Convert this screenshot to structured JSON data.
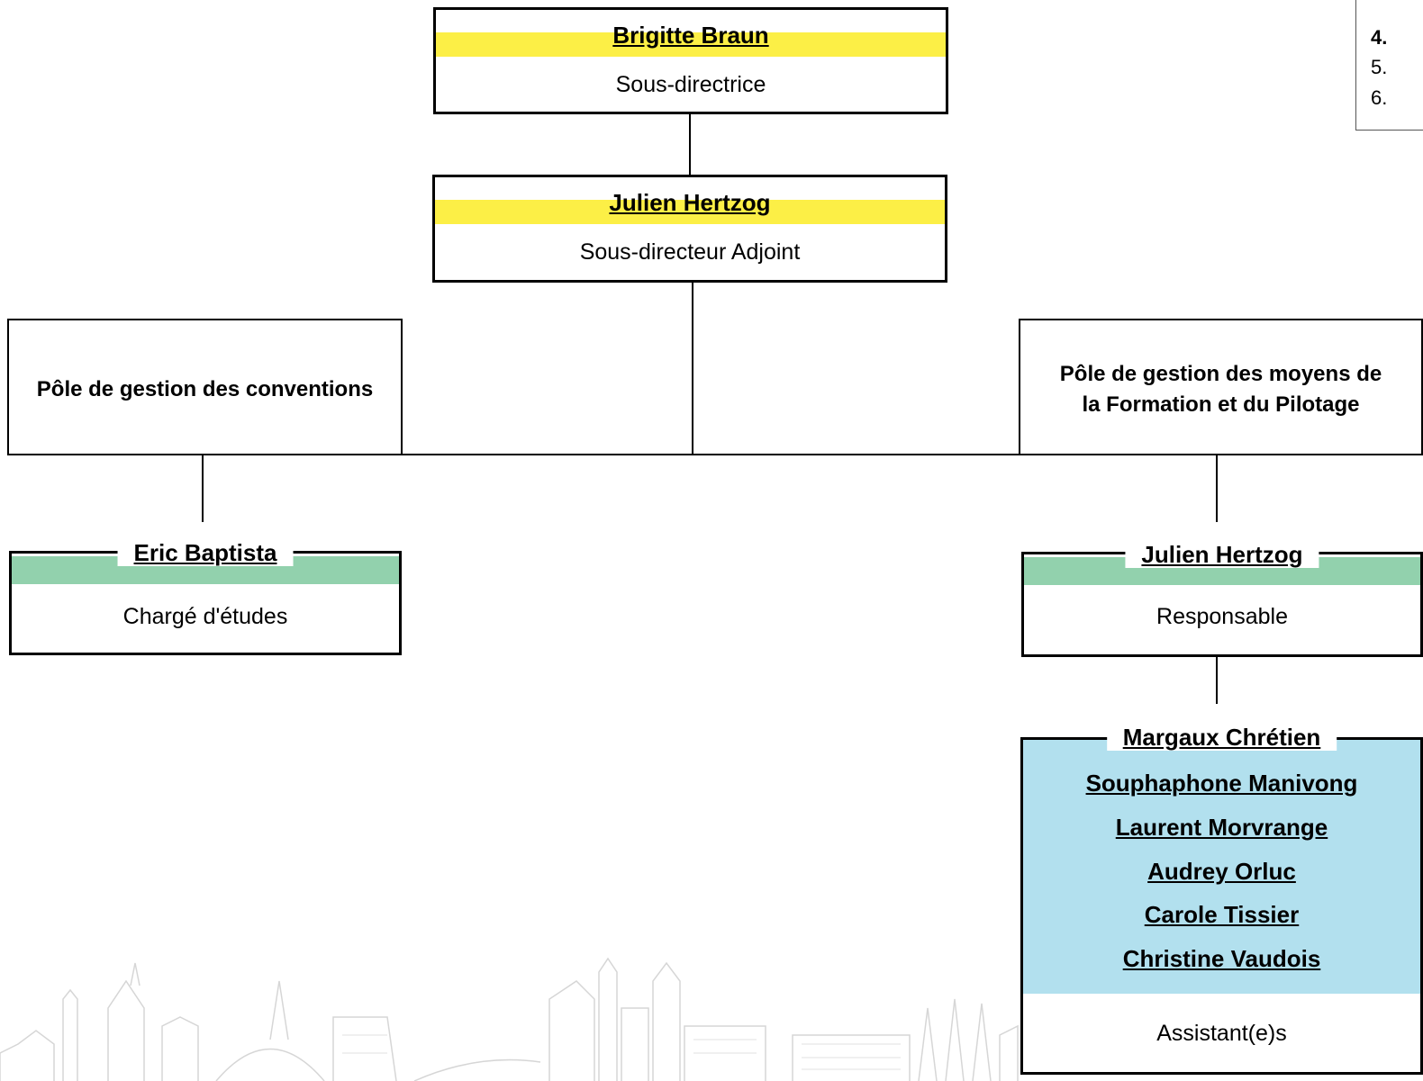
{
  "colors": {
    "director_band": "#fcef46",
    "manager_band": "#92d1ad",
    "assistants_fill": "#b2e0ee"
  },
  "legend": {
    "items": [
      "4.",
      "5.",
      "6."
    ]
  },
  "director": {
    "name": "Brigitte Braun",
    "role": "Sous-directrice"
  },
  "deputy": {
    "name": "Julien Hertzog",
    "role": "Sous-directeur Adjoint"
  },
  "poles": {
    "conventions": {
      "label": "Pôle de gestion des conventions"
    },
    "moyens": {
      "label_line1": "Pôle de gestion des moyens de",
      "label_line2": "la Formation et du Pilotage"
    }
  },
  "conventions_staff": {
    "name": "Eric Baptista",
    "role": "Chargé d'études"
  },
  "moyens_head": {
    "name": "Julien Hertzog",
    "role": "Responsable"
  },
  "assistants": {
    "names": [
      "Margaux Chrétien",
      "Souphaphone Manivong",
      "Laurent Morvrange",
      "Audrey Orluc",
      "Carole Tissier",
      "Christine Vaudois"
    ],
    "role": "Assistant(e)s"
  }
}
